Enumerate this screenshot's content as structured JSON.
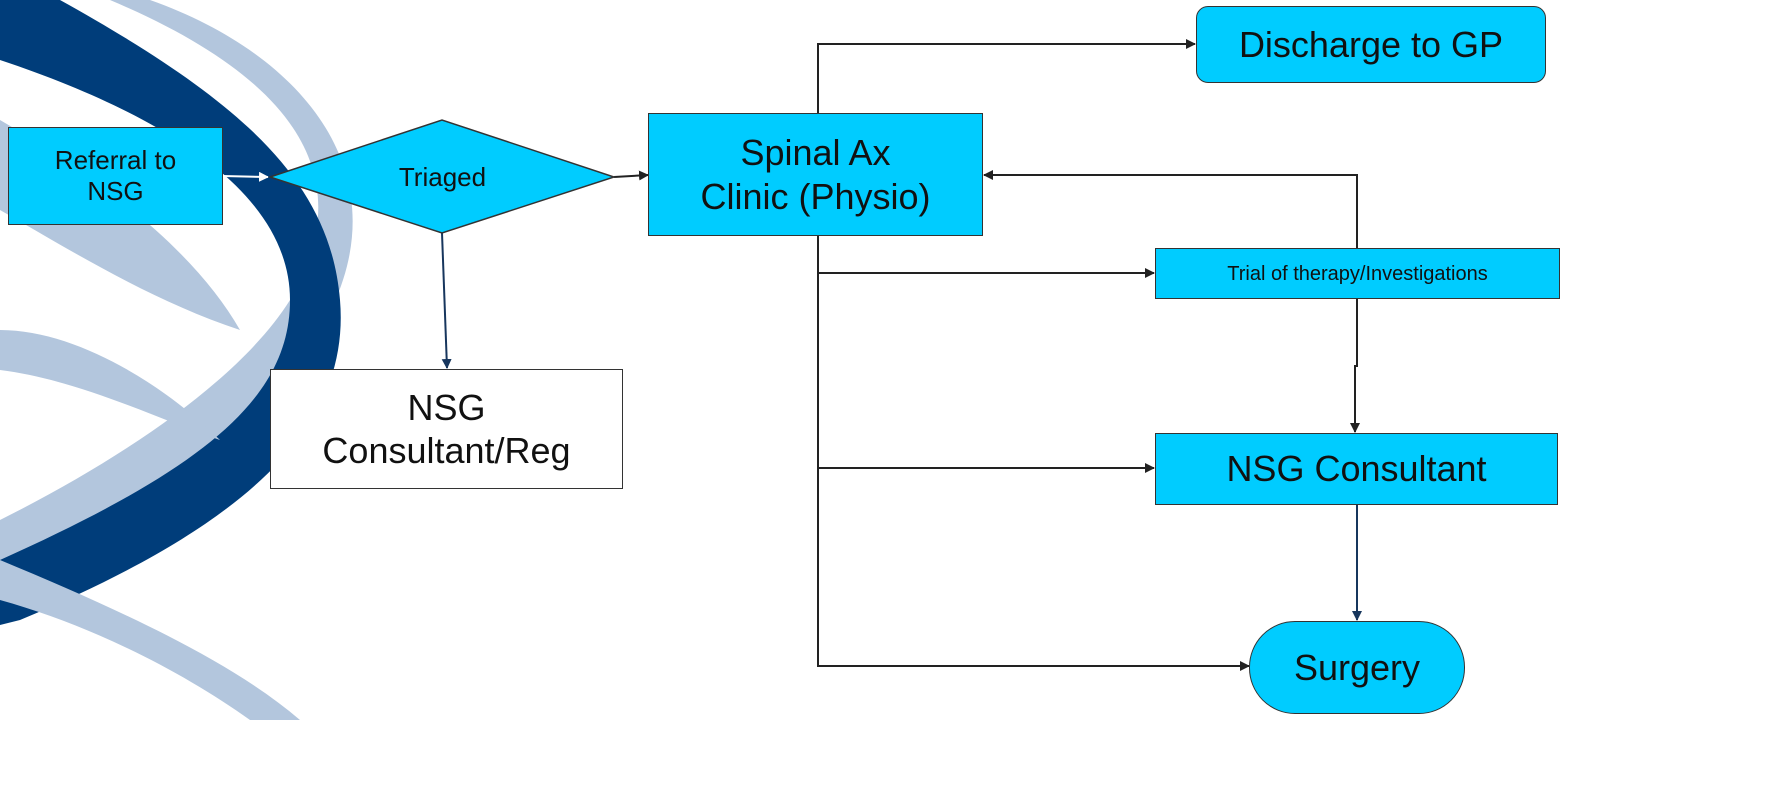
{
  "colors": {
    "node_fill": "#00CCFF",
    "node_fill_white": "#FFFFFF",
    "node_border": "#333333",
    "connector": "#222222",
    "connector_navy": "#17365D",
    "background_helix_dark": "#003D7A",
    "background_helix_light": "#B3C6DD"
  },
  "nodes": {
    "referral": {
      "label": "Referral to\nNSG",
      "shape": "rectangle"
    },
    "triaged": {
      "label": "Triaged",
      "shape": "diamond"
    },
    "spinal_clinic": {
      "label": "Spinal  Ax\nClinic (Physio)",
      "shape": "rectangle"
    },
    "nsg_consultant_reg": {
      "label": "NSG\nConsultant/Reg",
      "shape": "rectangle"
    },
    "discharge": {
      "label": "Discharge to GP",
      "shape": "rounded-rectangle"
    },
    "trial_therapy": {
      "label": "Trial of therapy/Investigations",
      "shape": "rectangle"
    },
    "nsg_consultant": {
      "label": "NSG Consultant",
      "shape": "rectangle"
    },
    "surgery": {
      "label": "Surgery",
      "shape": "terminator"
    }
  },
  "edges": [
    {
      "from": "referral",
      "to": "triaged"
    },
    {
      "from": "triaged",
      "to": "spinal_clinic"
    },
    {
      "from": "triaged",
      "to": "nsg_consultant_reg"
    },
    {
      "from": "spinal_clinic",
      "to": "discharge"
    },
    {
      "from": "spinal_clinic",
      "to": "trial_therapy"
    },
    {
      "from": "spinal_clinic",
      "to": "nsg_consultant"
    },
    {
      "from": "spinal_clinic",
      "to": "surgery"
    },
    {
      "from": "trial_therapy",
      "to": "spinal_clinic"
    },
    {
      "from": "trial_therapy",
      "to": "nsg_consultant"
    },
    {
      "from": "nsg_consultant",
      "to": "surgery"
    }
  ]
}
